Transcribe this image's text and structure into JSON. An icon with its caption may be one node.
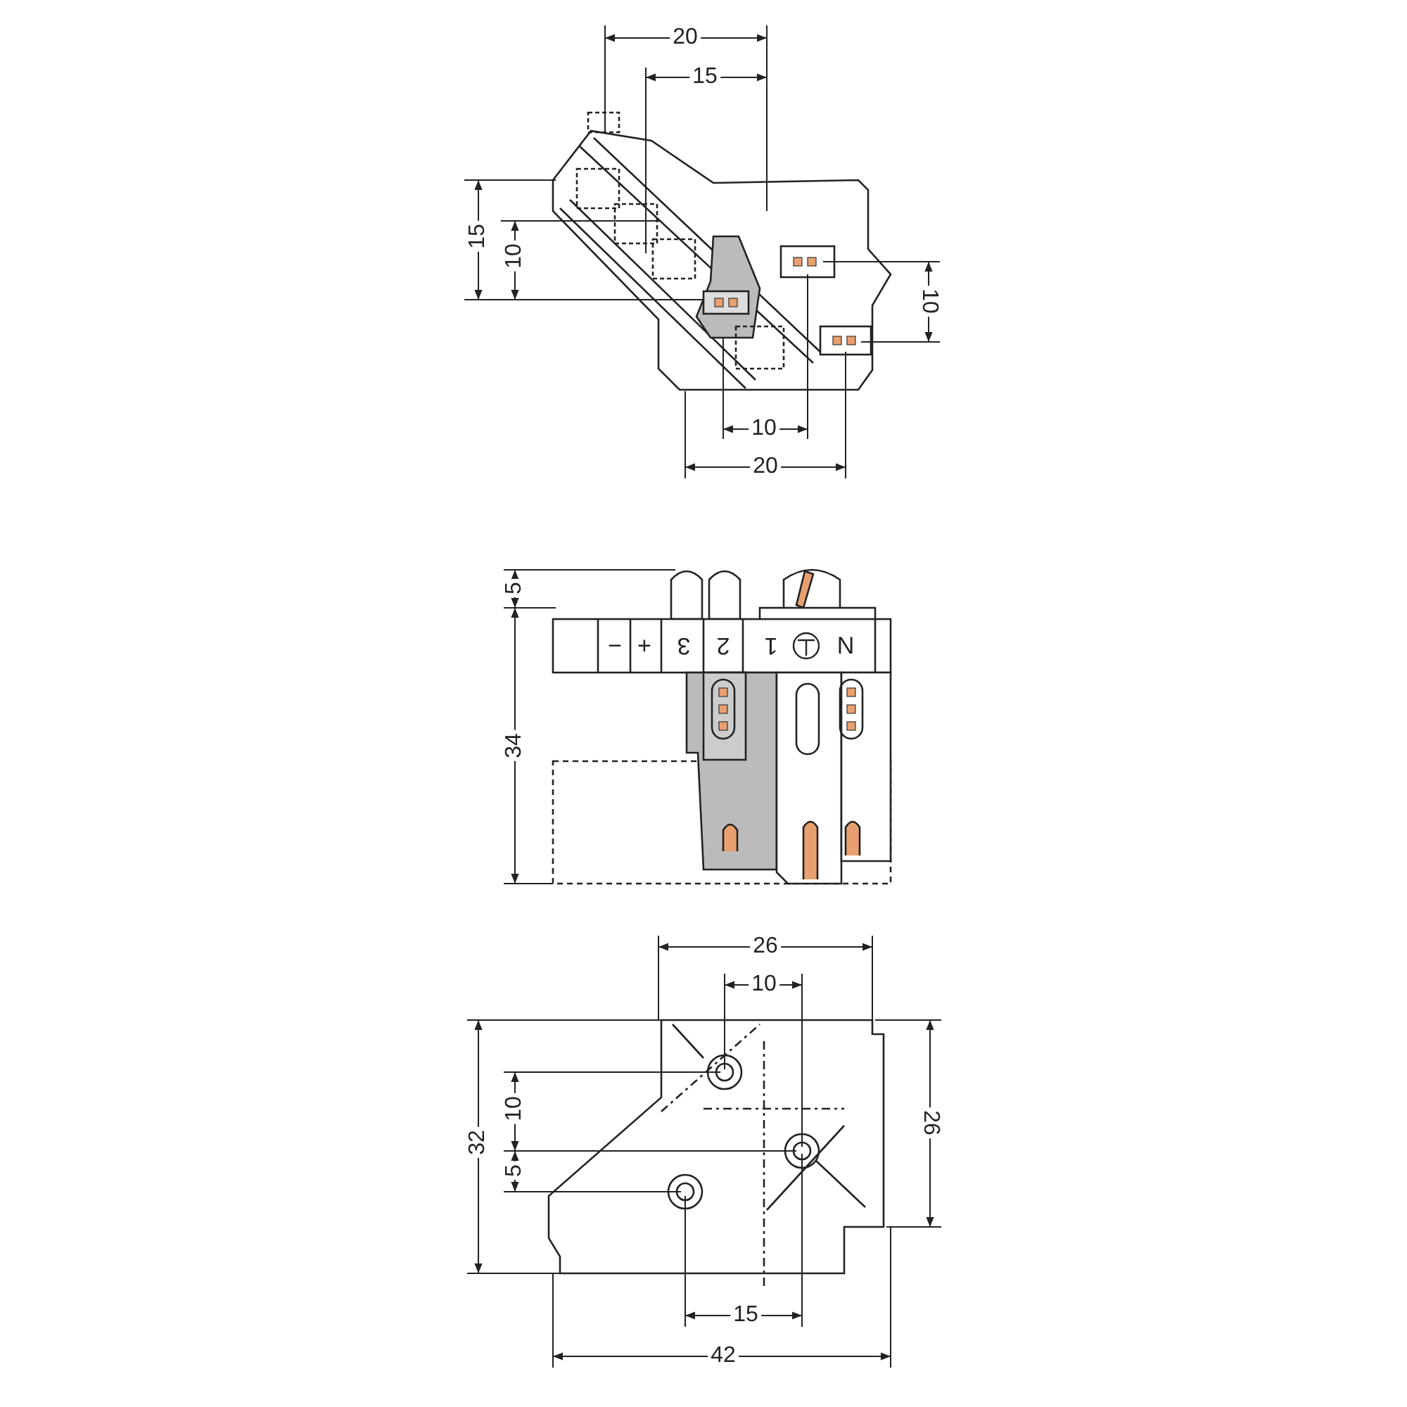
{
  "diagram": {
    "labels": [
      "20",
      "15",
      "15",
      "10",
      "10",
      "10",
      "20",
      "5",
      "34",
      "−",
      "+",
      "3",
      "2",
      "1",
      "N",
      "26",
      "10",
      "32",
      "10",
      "5",
      "26",
      "15",
      "42"
    ]
  }
}
